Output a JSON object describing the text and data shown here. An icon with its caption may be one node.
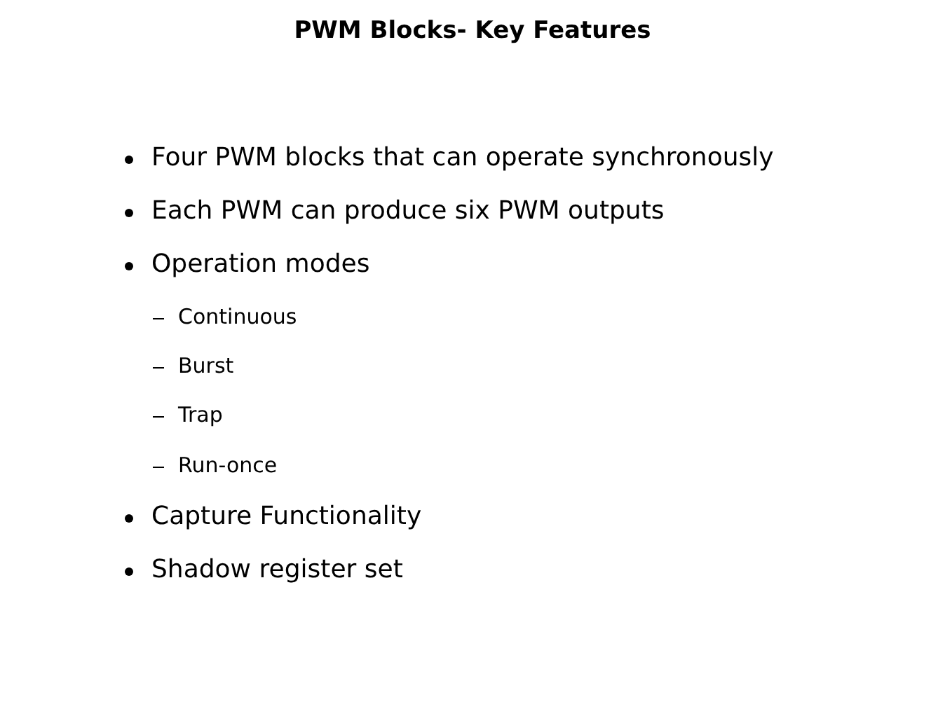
{
  "diagram": {
    "title": "PWM Blocks- Key Features",
    "labels": [
      "Four PWM blocks that can operate synchronously",
      "Each PWM can produce six PWM outputs",
      "Operation modes",
      "Continuous",
      "Burst",
      "Trap",
      "Run-once",
      "Capture Functionality",
      "Shadow register set"
    ]
  }
}
